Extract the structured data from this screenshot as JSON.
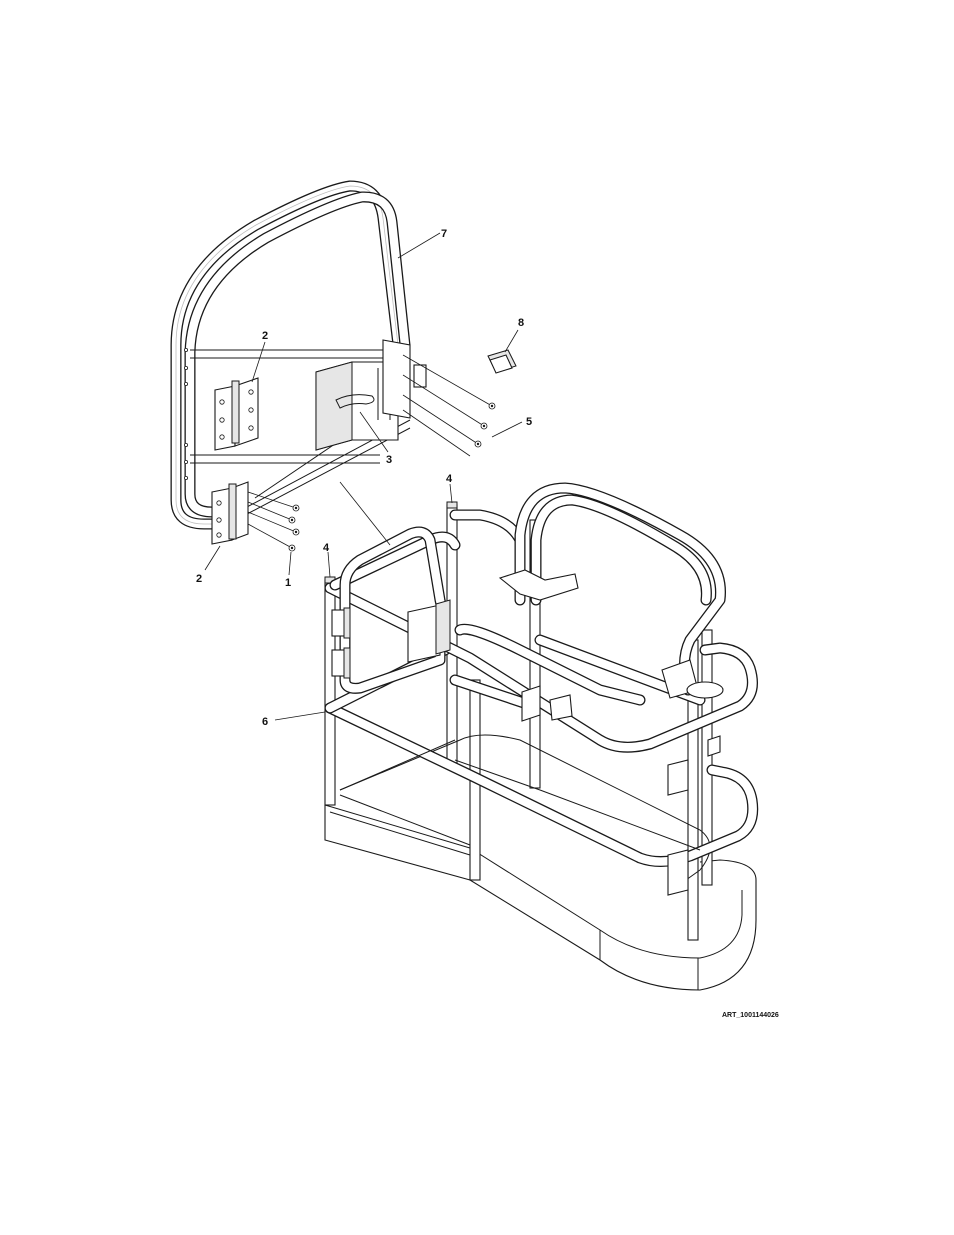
{
  "drawing": {
    "callouts": [
      {
        "id": "c7",
        "label": "7"
      },
      {
        "id": "c8",
        "label": "8"
      },
      {
        "id": "c2a",
        "label": "2"
      },
      {
        "id": "c5",
        "label": "5"
      },
      {
        "id": "c3",
        "label": "3"
      },
      {
        "id": "c4a",
        "label": "4"
      },
      {
        "id": "c4b",
        "label": "4"
      },
      {
        "id": "c2b",
        "label": "2"
      },
      {
        "id": "c1",
        "label": "1"
      },
      {
        "id": "c6",
        "label": "6"
      }
    ],
    "art_reference": "ART_1001144026"
  }
}
